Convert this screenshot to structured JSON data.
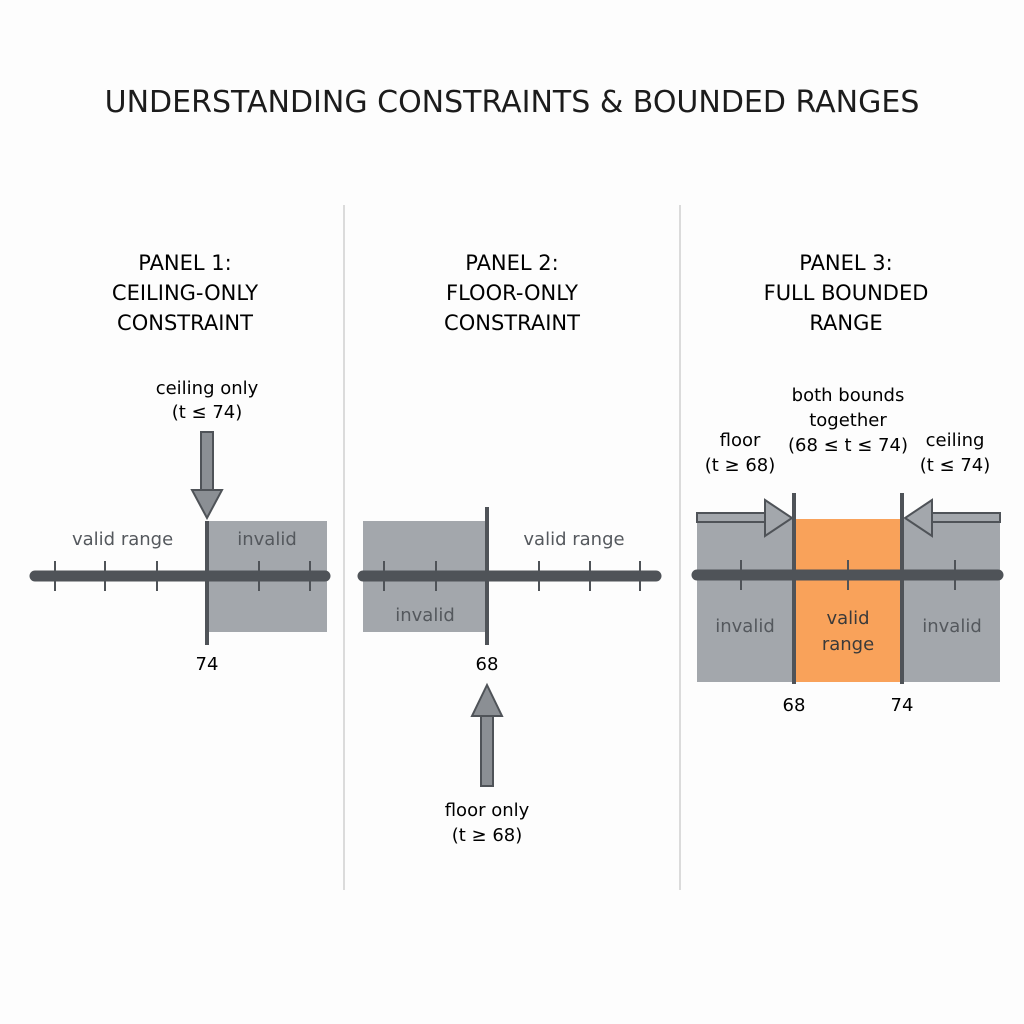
{
  "title": "UNDERSTANDING CONSTRAINTS & BOUNDED RANGES",
  "colors": {
    "background": "#fdfdfd",
    "axis": "#4f5358",
    "invalid_region": "#a3a7ac",
    "valid_region": "#f9a25a",
    "divider": "#d0d0d0",
    "text_dark": "#1c1c1c",
    "text_muted": "#54585d"
  },
  "panels": [
    {
      "heading": [
        "PANEL 1:",
        "CEILING-ONLY",
        "CONSTRAINT"
      ],
      "annotation": [
        "ceiling only",
        "(t ≤ 74)"
      ],
      "valid_label": "valid range",
      "invalid_label": "invalid",
      "bound_label": "74"
    },
    {
      "heading": [
        "PANEL 2:",
        "FLOOR-ONLY",
        "CONSTRAINT"
      ],
      "annotation": [
        "floor only",
        "(t ≥ 68)"
      ],
      "valid_label": "valid range",
      "invalid_label": "invalid",
      "bound_label": "68"
    },
    {
      "heading": [
        "PANEL 3:",
        "FULL BOUNDED",
        "RANGE"
      ],
      "center_annotation": [
        "both bounds",
        "together",
        "(68 ≤ t ≤ 74)"
      ],
      "floor_annotation": [
        "floor",
        "(t ≥ 68)"
      ],
      "ceiling_annotation": [
        "ceiling",
        "(t ≤ 74)"
      ],
      "valid_label": [
        "valid",
        "range"
      ],
      "invalid_left_label": "invalid",
      "invalid_right_label": "invalid",
      "floor_label": "68",
      "ceiling_label": "74"
    }
  ]
}
